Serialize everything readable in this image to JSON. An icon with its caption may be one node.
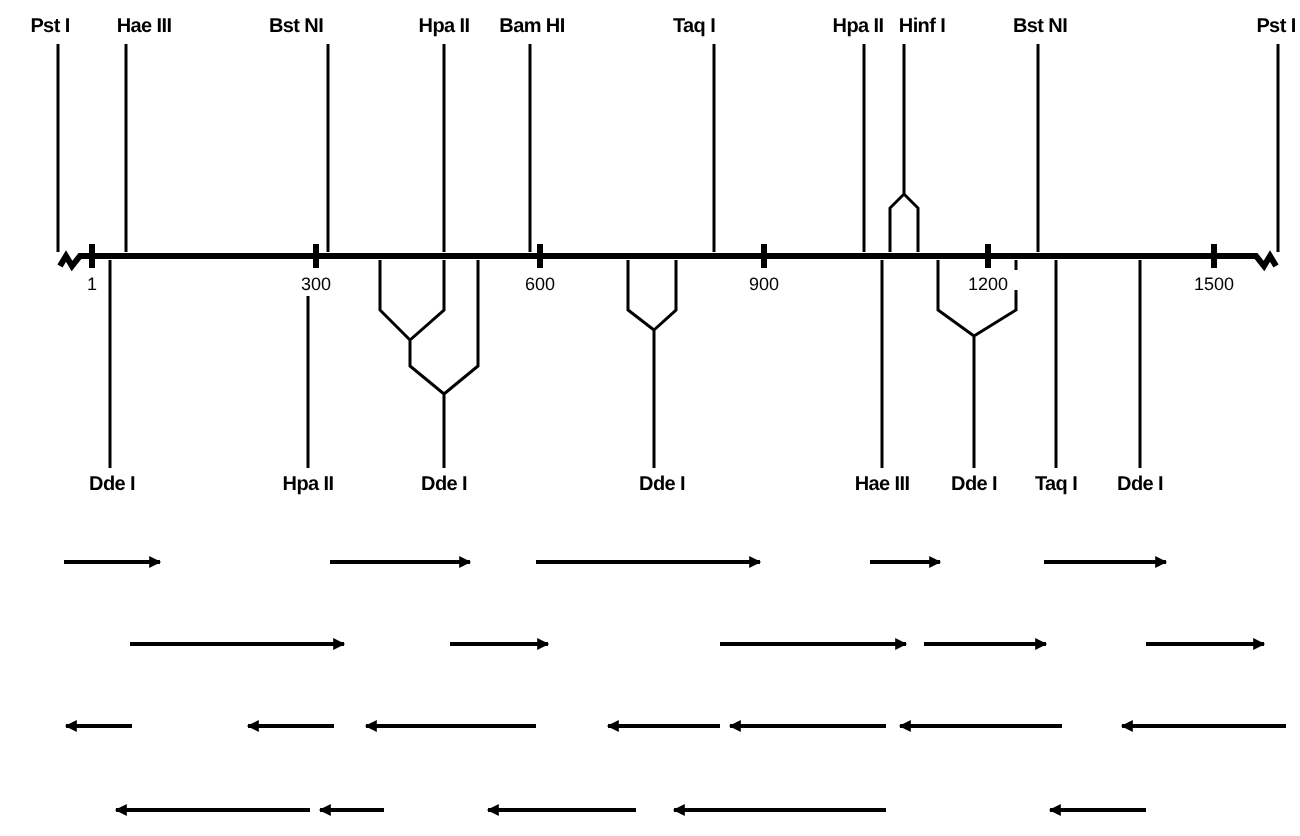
{
  "diagram": {
    "nodes": [
      {
        "text": [
          "Pst I"
        ]
      },
      {
        "text": [
          "Hae III"
        ]
      },
      {
        "text": [
          "Bst NI"
        ]
      },
      {
        "text": [
          "Hpa II"
        ]
      },
      {
        "text": [
          "Bam HI"
        ]
      },
      {
        "text": [
          "Taq I"
        ]
      },
      {
        "text": [
          "Hpa II"
        ]
      },
      {
        "text": [
          "Hinf I"
        ]
      },
      {
        "text": [
          "Bst NI"
        ]
      },
      {
        "text": [
          "Pst I"
        ]
      },
      {
        "text": [
          "Dde I"
        ]
      },
      {
        "text": [
          "Hpa II"
        ]
      },
      {
        "text": [
          "Dde I"
        ]
      },
      {
        "text": [
          "Dde I"
        ]
      },
      {
        "text": [
          "Hae III"
        ]
      },
      {
        "text": [
          "Dde I"
        ]
      },
      {
        "text": [
          "Taq I"
        ]
      },
      {
        "text": [
          "Dde I"
        ]
      },
      {
        "text": [],
        "shape": "bar"
      }
    ],
    "edges": [
      {
        "from": 0,
        "to": 18,
        "arrow": "none"
      },
      {
        "from": 1,
        "to": 18,
        "arrow": "none"
      },
      {
        "from": 2,
        "to": 18,
        "arrow": "none"
      },
      {
        "from": 3,
        "to": 18,
        "arrow": "none"
      },
      {
        "from": 4,
        "to": 18,
        "arrow": "none"
      },
      {
        "from": 5,
        "to": 18,
        "arrow": "none"
      },
      {
        "from": 6,
        "to": 18,
        "arrow": "none"
      },
      {
        "from": 7,
        "to": 18,
        "arrow": "none"
      },
      {
        "from": 8,
        "to": 18,
        "arrow": "none"
      },
      {
        "from": 9,
        "to": 18,
        "arrow": "none"
      },
      {
        "from": 10,
        "to": 18,
        "arrow": "none"
      },
      {
        "from": 11,
        "to": 18,
        "arrow": "none"
      },
      {
        "from": 12,
        "to": 18,
        "arrow": "none"
      },
      {
        "from": 13,
        "to": 18,
        "arrow": "none"
      },
      {
        "from": 14,
        "to": 18,
        "arrow": "none"
      },
      {
        "from": 15,
        "to": 18,
        "arrow": "none"
      },
      {
        "from": 16,
        "to": 18,
        "arrow": "none"
      },
      {
        "from": 17,
        "to": 18,
        "arrow": "none"
      }
    ],
    "labels": [
      "1",
      "300",
      "600",
      "900",
      "1200",
      "1500"
    ]
  }
}
